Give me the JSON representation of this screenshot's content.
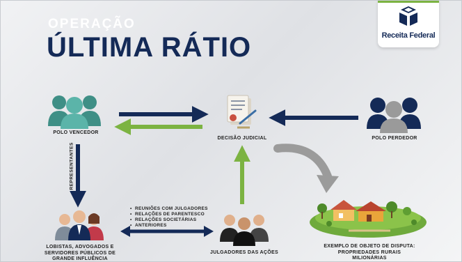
{
  "header": {
    "pretitle": "OPERAÇÃO",
    "title": "ÚLTIMA RÁTIO"
  },
  "logo": {
    "text": "Receita Federal"
  },
  "nodes": {
    "polo_vencedor": "POLO VENCEDOR",
    "decisao_judicial": "DECISÃO JUDICIAL",
    "polo_perdedor": "POLO PERDEDOR",
    "lobistas_line1": "LOBISTAS, ADVOGADOS E",
    "lobistas_line2": "SERVIDORES PÚBLICOS DE",
    "lobistas_line3": "GRANDE INFLUÊNCIA",
    "julgadores": "JULGADORES DAS AÇÕES",
    "exemplo_line1": "EXEMPLO DE OBJETO DE DISPUTA:",
    "exemplo_line2": "PROPRIEDADES RURAIS",
    "exemplo_line3": "MILIONÁRIAS"
  },
  "connector_labels": {
    "representantes": "REPRESENTANTES",
    "relations": [
      "REUNIÕES COM JULGADORES",
      "RELAÇÕES DE PARENTESCO",
      "RELAÇÕES SOCIETÁRIAS",
      "ANTERIORES"
    ]
  },
  "colors": {
    "navy": "#142a57",
    "green": "#7cb342",
    "teal": "#4a9d93",
    "gray": "#8a8a8a"
  }
}
